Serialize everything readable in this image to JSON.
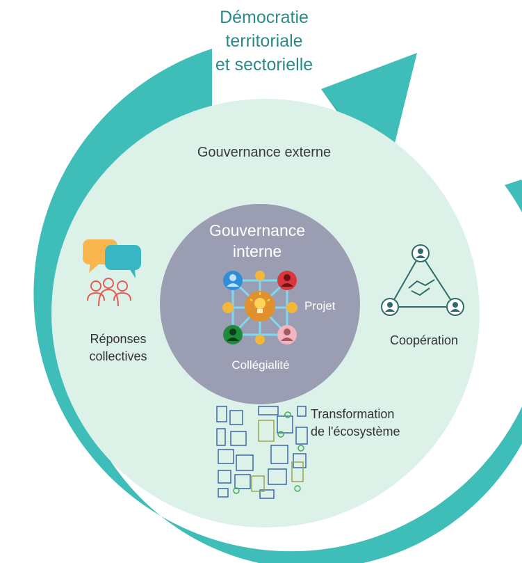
{
  "title": "Démocratie territoriale et sectorielle",
  "title_lines": [
    "Démocratie",
    "territoriale",
    "et sectorielle"
  ],
  "outer_label": "Gouvernance externe",
  "inner": {
    "title_lines": [
      "Gouvernance",
      "interne"
    ],
    "project_label": "Projet",
    "collegiality_label": "Collégialité"
  },
  "left": {
    "lines": [
      "Réponses",
      "collectives"
    ],
    "icon": "speech-bubbles-people-icon"
  },
  "right": {
    "label": "Coopération",
    "icon": "handshake-network-icon"
  },
  "bottom": {
    "lines": [
      "Transformation",
      "de l'écosystème"
    ],
    "icon": "city-buildings-icon"
  },
  "colors": {
    "arrow": "#3fbdb8",
    "outer_circle": "#dcf1e8",
    "inner_circle": "#9b9eb2",
    "title_text": "#2c8a86",
    "node_blue": "#2f8fd6",
    "node_red": "#d9363e",
    "node_green": "#1f8a3c",
    "node_pink": "#f1b6bf",
    "node_orange": "#f3b73a",
    "hub": "#e0902d"
  }
}
